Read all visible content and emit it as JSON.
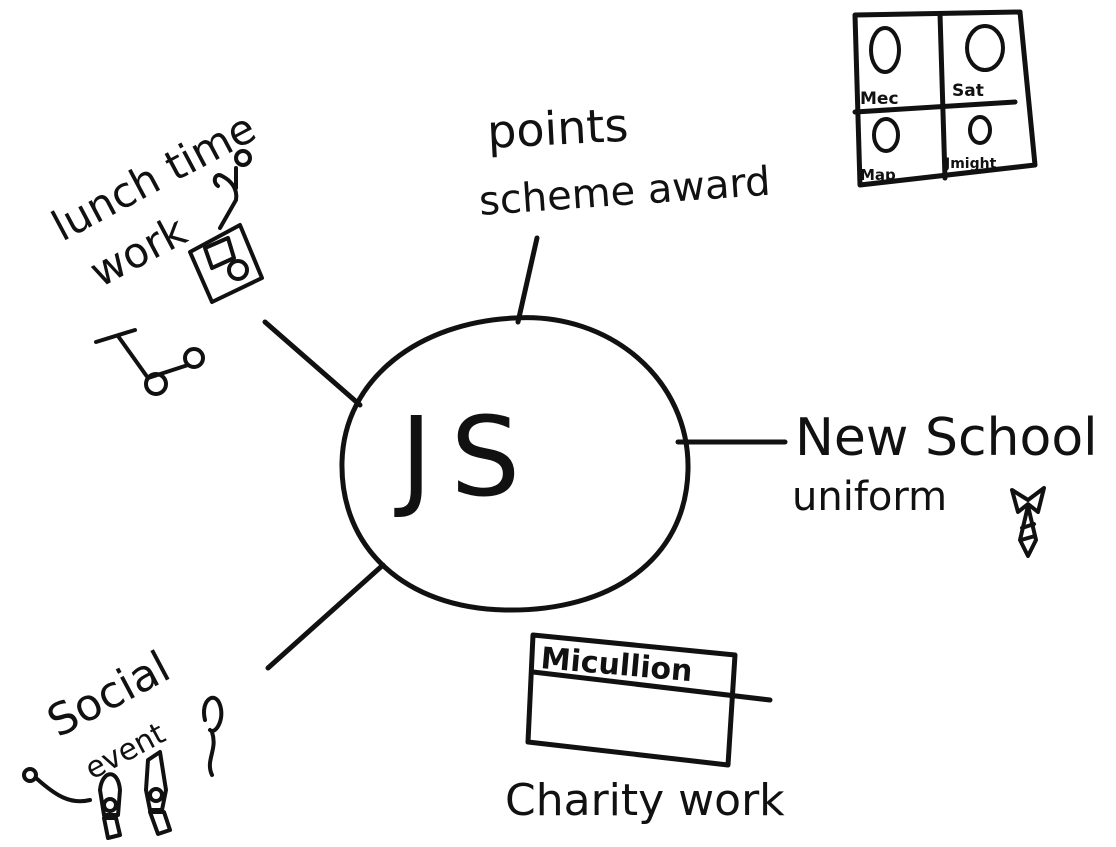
{
  "center": {
    "label": "JS"
  },
  "branches": {
    "lunch": {
      "line1": "lunch time",
      "line2": "work"
    },
    "points": {
      "line1": "points",
      "line2": "scheme award"
    },
    "uniform": {
      "line1": "New School",
      "line2": "uniform"
    },
    "social": {
      "line1": "Social",
      "line2": "event"
    },
    "charity": {
      "label": "Charity work",
      "box_label": "Micullion"
    }
  },
  "grid_labels": [
    "Mec",
    "Sat",
    "Map",
    "Jmight"
  ],
  "icons": [
    "lunchbox-icon",
    "scooter-icon",
    "points-grid-icon",
    "tie-icon",
    "balloon-icon",
    "shoes-icon",
    "banner-icon"
  ]
}
